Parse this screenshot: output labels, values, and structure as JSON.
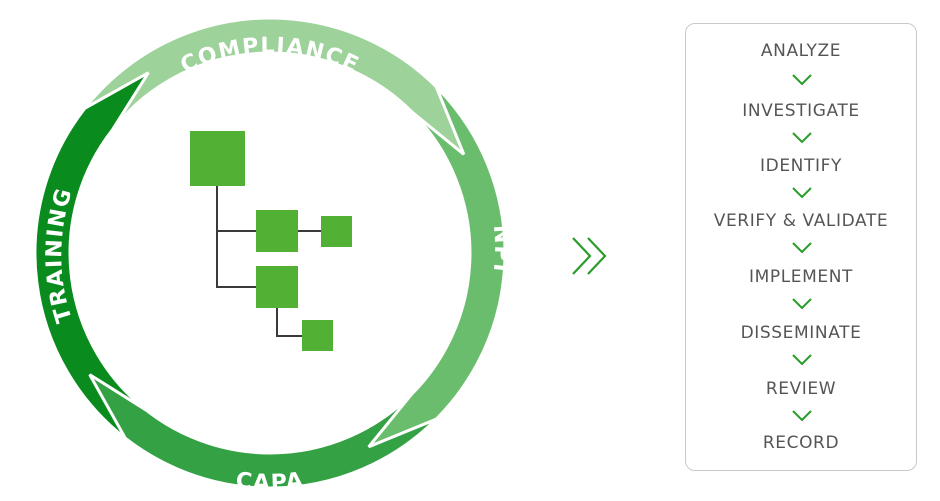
{
  "cycle": {
    "segments": [
      {
        "label": "COMPLIANCE",
        "color": "#9dd29a"
      },
      {
        "label": "NPI",
        "color": "#6abd6c"
      },
      {
        "label": "CAPA",
        "color": "#34a244"
      },
      {
        "label": "TRAINING",
        "color": "#0a8b1e"
      }
    ]
  },
  "hierarchy": {
    "box_color": "#52b135",
    "line_color": "#3a3a3a"
  },
  "flow_arrow": {
    "icon": "double-chevron-right",
    "color": "#2a9d2a"
  },
  "steps": {
    "items": [
      "ANALYZE",
      "INVESTIGATE",
      "IDENTIFY",
      "VERIFY & VALIDATE",
      "IMPLEMENT",
      "DISSEMINATE",
      "REVIEW",
      "RECORD"
    ],
    "text_color": "#555555",
    "arrow_color": "#2a9d2a"
  }
}
